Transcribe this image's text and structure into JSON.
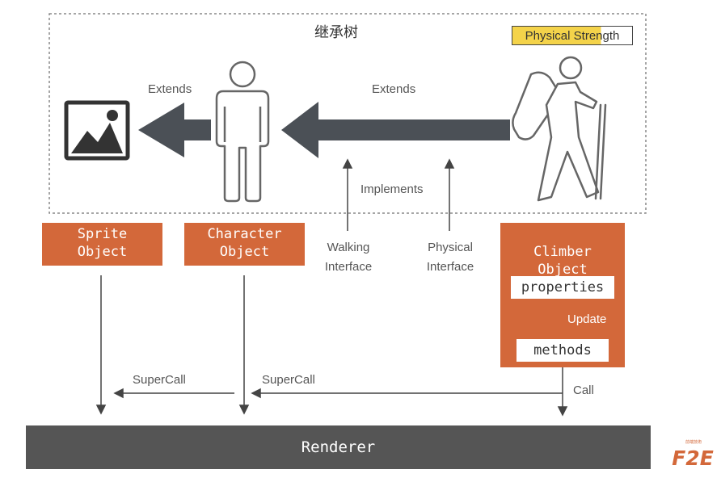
{
  "diagram": {
    "title": "继承树",
    "badge": "Physical Strength",
    "colors": {
      "orange": "#d3683a",
      "dark_arrow": "#4b5056",
      "badge_yellow": "#f4d34a",
      "renderer": "#555555"
    },
    "labels": {
      "extends_left": "Extends",
      "extends_right": "Extends",
      "implements": "Implements",
      "walking_interface": "Walking\nInterface",
      "physical_interface": "Physical\nInterface",
      "update": "Update",
      "supercall_1": "SuperCall",
      "supercall_2": "SuperCall",
      "call": "Call"
    },
    "objects": {
      "sprite": "Sprite\nObject",
      "character": "Character\nObject",
      "climber": "Climber\nObject",
      "properties": "properties",
      "methods": "methods"
    },
    "renderer": "Renderer",
    "icons": [
      "image-icon",
      "person-icon",
      "hiker-icon",
      "f2e-logo-icon"
    ]
  }
}
